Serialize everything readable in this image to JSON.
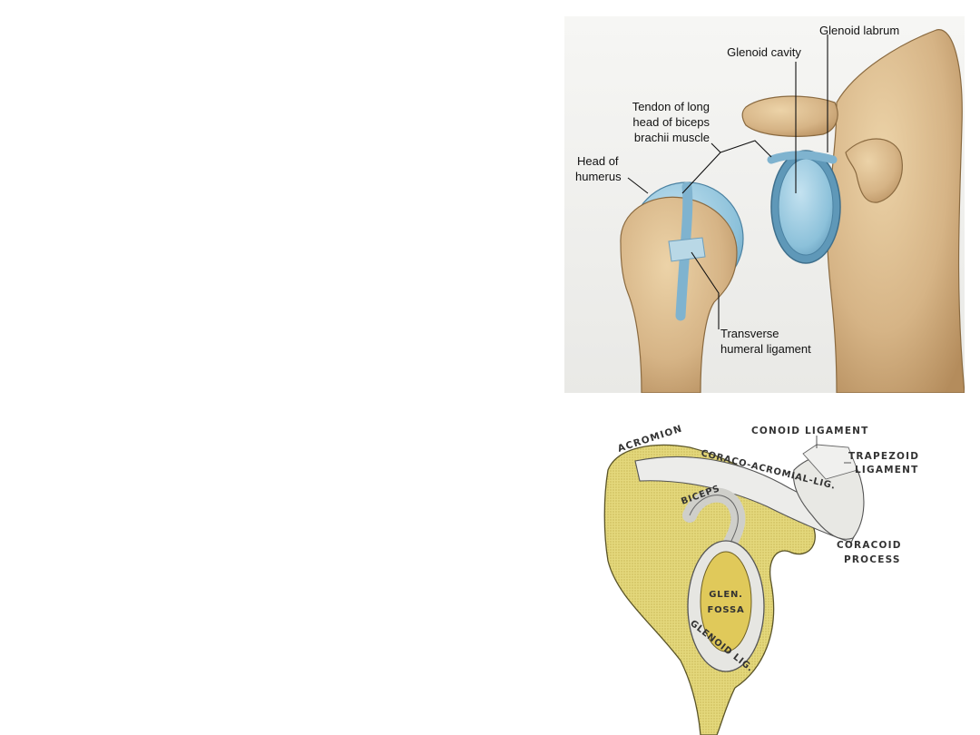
{
  "top_figure": {
    "labels": {
      "glenoid_labrum": "Glenoid labrum",
      "glenoid_cavity": "Glenoid cavity",
      "tendon_line1": "Tendon of long",
      "tendon_line2": "head of biceps",
      "tendon_line3": "brachii muscle",
      "head_line1": "Head of",
      "head_line2": "humerus",
      "transverse_line1": "Transverse",
      "transverse_line2": "humeral ligament"
    }
  },
  "bottom_figure": {
    "labels": {
      "acromion": "ACROMION",
      "conoid": "CONOID LIGAMENT",
      "trapezoid_line1": "TRAPEZOID",
      "trapezoid_line2": "LIGAMENT",
      "coraco_acromial": "CORACO-ACROMIAL-LIG.",
      "biceps": "BICEPS",
      "coracoid_line1": "CORACOID",
      "coracoid_line2": "PROCESS",
      "glen_line1": "GLEN.",
      "glen_line2": "FOSSA",
      "glenoid_lig": "GLENOID LIG."
    }
  },
  "colors": {
    "bone": "#d8b98a",
    "cartilage": "#8fc3dc",
    "gray_bone": "#e2d77a",
    "gray_ligament": "#e8e8e6"
  }
}
